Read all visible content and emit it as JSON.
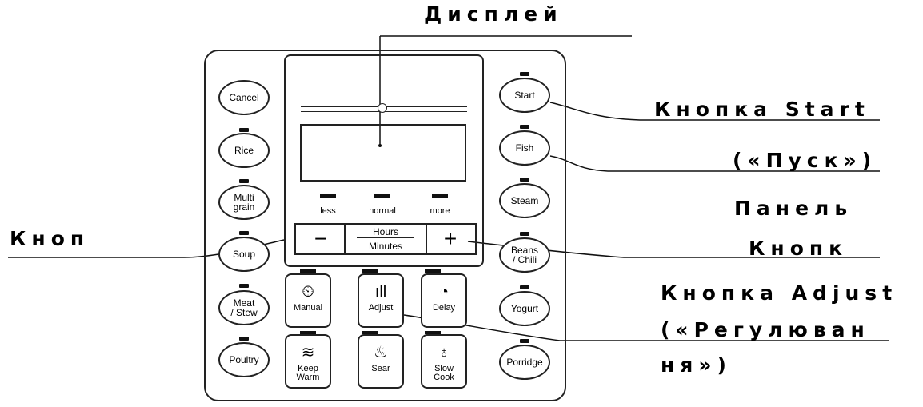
{
  "annotations": {
    "display": "Дисплей",
    "start_1": "Кнопка Start",
    "start_2": "(«Пуск»)",
    "panel": "Панель",
    "plus_btn": "Кнопк",
    "minus_btn": "Кноп",
    "adjust_1": "Кнопка Adjust",
    "adjust_2": "(«Регулюван",
    "adjust_3": "ня»)"
  },
  "left_buttons": [
    {
      "label": "Cancel"
    },
    {
      "label": "Rice"
    },
    {
      "label": "Multi\ngrain"
    },
    {
      "label": "Soup"
    },
    {
      "label": "Meat\n/ Stew"
    },
    {
      "label": "Poultry"
    }
  ],
  "right_buttons": [
    {
      "label": "Start"
    },
    {
      "label": "Fish"
    },
    {
      "label": "Steam"
    },
    {
      "label": "Beans\n/ Chili"
    },
    {
      "label": "Yogurt"
    },
    {
      "label": "Porridge"
    }
  ],
  "levels": [
    "less",
    "normal",
    "more"
  ],
  "time": {
    "minus": "−",
    "plus": "+",
    "hours": "Hours",
    "minutes": "Minutes"
  },
  "function_buttons": [
    {
      "label": "Manual",
      "icon": "timer-icon",
      "glyph": "⏲"
    },
    {
      "label": "Adjust",
      "icon": "bars-icon",
      "glyph": "ıll"
    },
    {
      "label": "Delay",
      "icon": "clock-icon",
      "glyph": "◔"
    },
    {
      "label": "Keep\nWarm",
      "icon": "heat-icon",
      "glyph": "≋"
    },
    {
      "label": "Sear",
      "icon": "flame-icon",
      "glyph": "♨"
    },
    {
      "label": "Slow\nCook",
      "icon": "pot-icon",
      "glyph": "♁"
    }
  ]
}
